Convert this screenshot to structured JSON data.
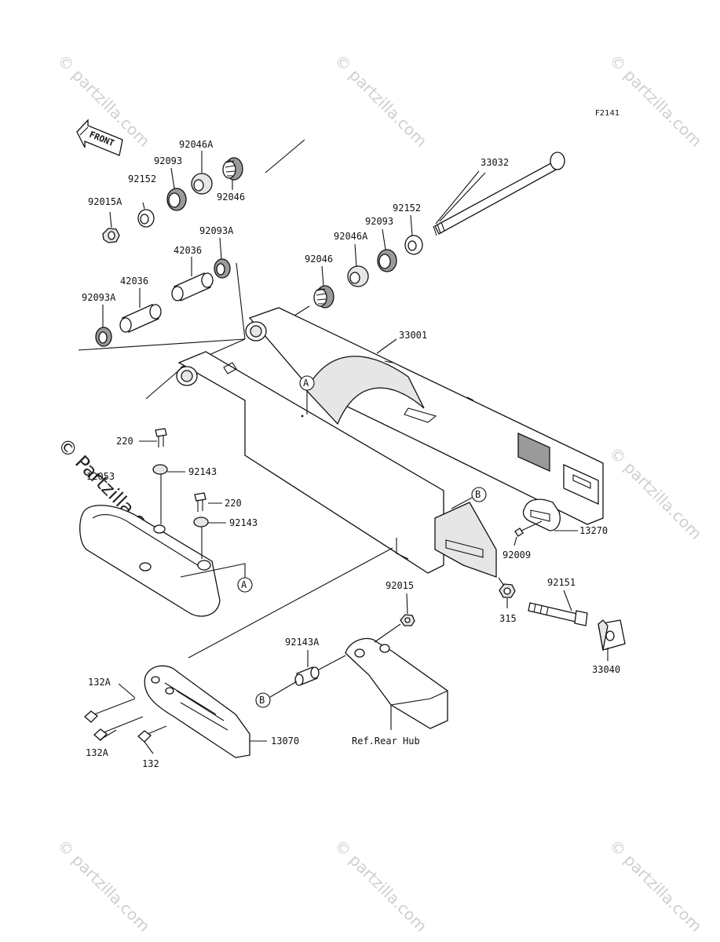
{
  "figure_id": "F2141",
  "front_label": "FRONT",
  "ref_markers": {
    "a": "A",
    "b": "B"
  },
  "ref_rear_hub": "Ref.Rear Hub",
  "watermark": "© partzilla.com",
  "watermark_main": "© Partzilla.com",
  "parts": {
    "p92046A_top": "92046A",
    "p92093_top": "92093",
    "p92152_top": "92152",
    "p92015A": "92015A",
    "p92046_top": "92046",
    "p92093A_top": "92093A",
    "p42036_top": "42036",
    "p42036_low": "42036",
    "p92093A_low": "92093A",
    "p33032": "33032",
    "p92152_r": "92152",
    "p92093_r": "92093",
    "p92046A_r": "92046A",
    "p92046_r": "92046",
    "p33001": "33001",
    "p220_a": "220",
    "p92143_a": "92143",
    "p12053": "12053",
    "p220_b": "220",
    "p92143_b": "92143",
    "p13270": "13270",
    "p92009": "92009",
    "p92151": "92151",
    "p315": "315",
    "p92015": "92015",
    "p92143A": "92143A",
    "p33040": "33040",
    "p132A_a": "132A",
    "p132A_b": "132A",
    "p132": "132",
    "p13070": "13070"
  }
}
